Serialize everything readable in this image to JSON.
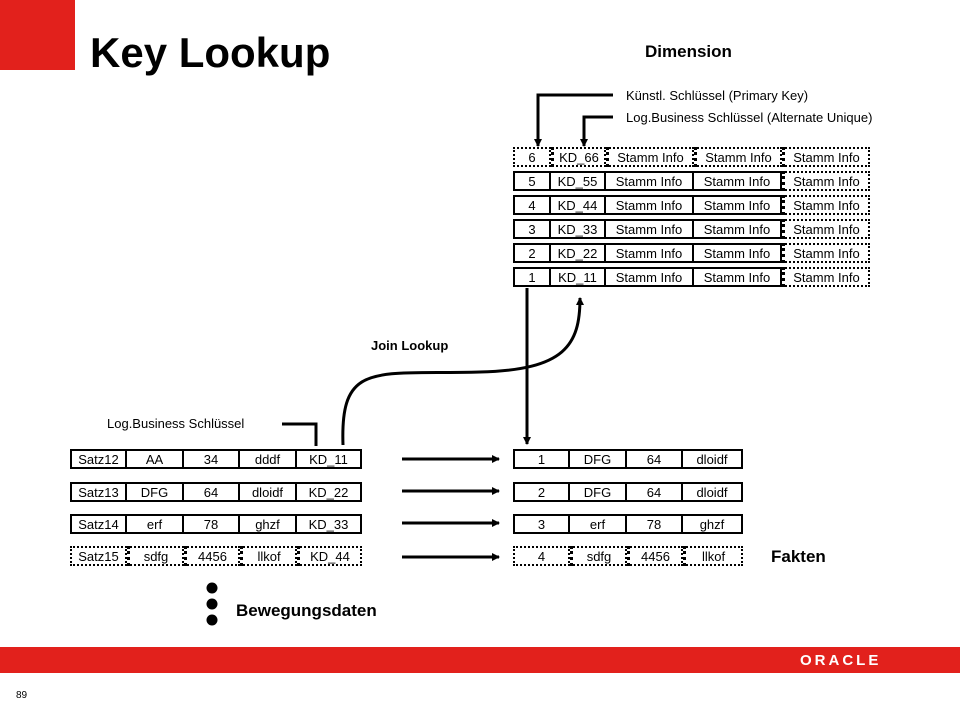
{
  "title": "Key Lookup",
  "dimension": {
    "heading": "Dimension",
    "label_primary_key": "Künstl. Schlüssel (Primary Key)",
    "label_business_key": "Log.Business Schlüssel (Alternate Unique)",
    "rows": [
      [
        "6",
        "KD_66",
        "Stamm Info",
        "Stamm Info",
        "Stamm Info"
      ],
      [
        "5",
        "KD_55",
        "Stamm Info",
        "Stamm Info",
        "Stamm Info"
      ],
      [
        "4",
        "KD_44",
        "Stamm Info",
        "Stamm Info",
        "Stamm Info"
      ],
      [
        "3",
        "KD_33",
        "Stamm Info",
        "Stamm Info",
        "Stamm Info"
      ],
      [
        "2",
        "KD_22",
        "Stamm Info",
        "Stamm Info",
        "Stamm Info"
      ],
      [
        "1",
        "KD_11",
        "Stamm Info",
        "Stamm Info",
        "Stamm Info"
      ]
    ]
  },
  "join_label": "Join Lookup",
  "bewegung": {
    "label_business_key": "Log.Business Schlüssel",
    "heading": "Bewegungsdaten",
    "rows": [
      [
        "Satz12",
        "AA",
        "34",
        "dddf",
        "KD_11"
      ],
      [
        "Satz13",
        "DFG",
        "64",
        "dloidf",
        "KD_22"
      ],
      [
        "Satz14",
        "erf",
        "78",
        "ghzf",
        "KD_33"
      ],
      [
        "Satz15",
        "sdfg",
        "4456",
        "llkof",
        "KD_44"
      ]
    ]
  },
  "fakten": {
    "heading": "Fakten",
    "rows": [
      [
        "1",
        "DFG",
        "64",
        "dloidf"
      ],
      [
        "2",
        "DFG",
        "64",
        "dloidf"
      ],
      [
        "3",
        "erf",
        "78",
        "ghzf"
      ],
      [
        "4",
        "sdfg",
        "4456",
        "llkof"
      ]
    ]
  },
  "footer": {
    "logo_text": "ORACLE",
    "page_number": "89"
  }
}
